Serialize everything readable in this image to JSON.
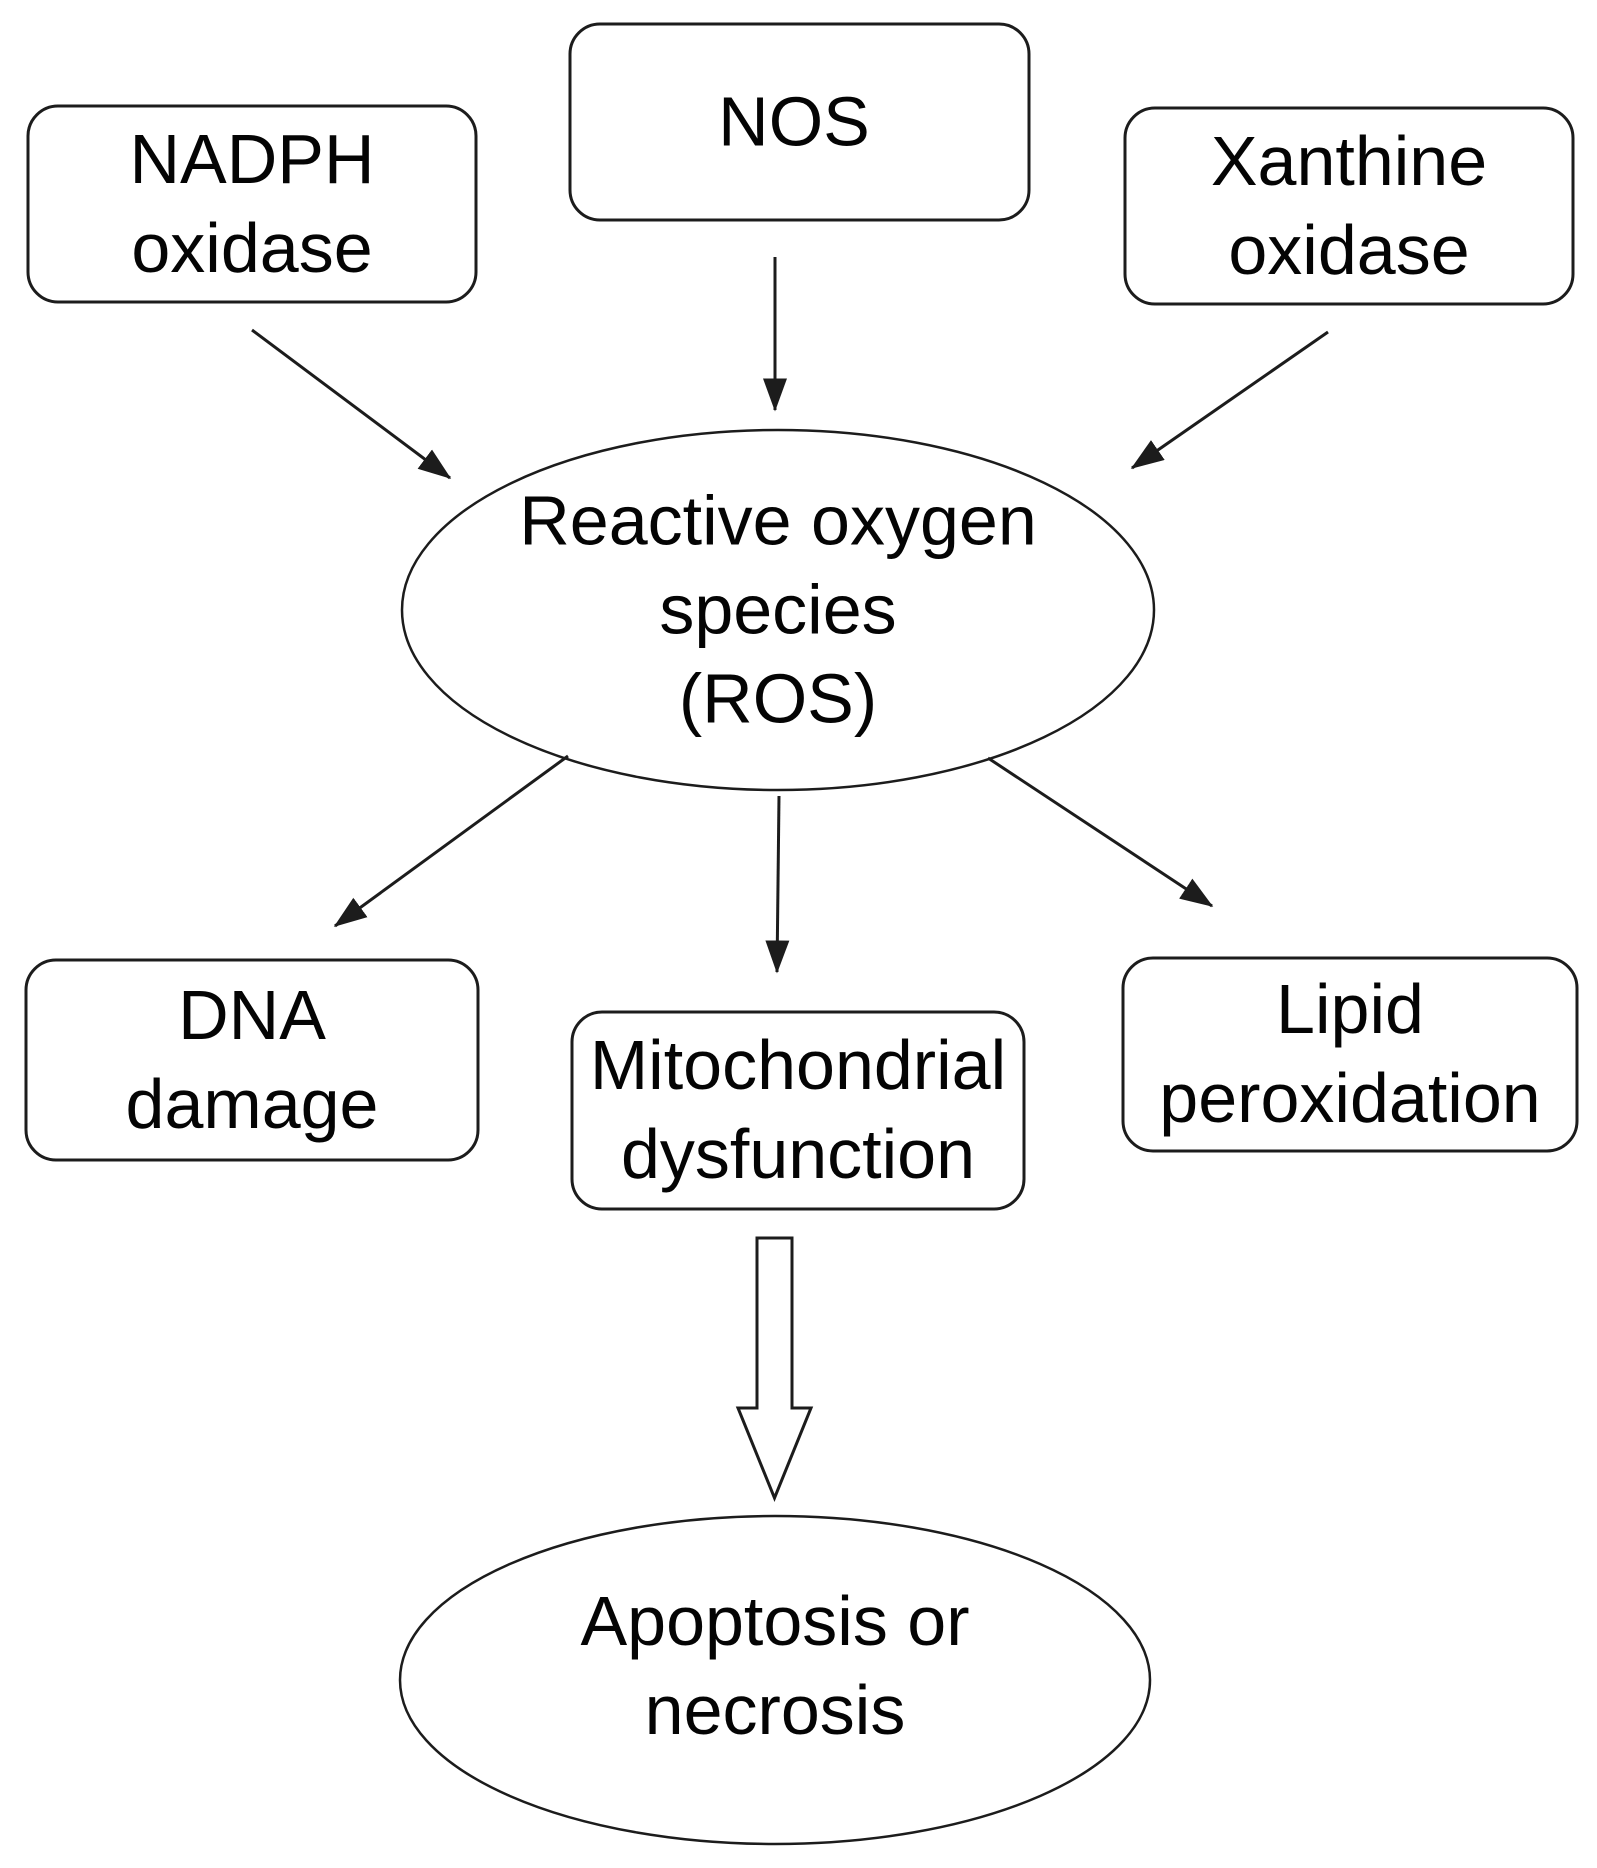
{
  "diagram": {
    "background_color": "#ffffff",
    "stroke_color": "#1c1c1c",
    "text_color": "#040404",
    "nodes": {
      "nadph_oxidase": {
        "label": "NADPH\noxidase",
        "shape": "rounded-rect"
      },
      "nos": {
        "label": "NOS",
        "shape": "rounded-rect"
      },
      "xanthine_oxidase": {
        "label": "Xanthine\noxidase",
        "shape": "rounded-rect"
      },
      "ros": {
        "label": "Reactive oxygen\nspecies\n(ROS)",
        "shape": "ellipse"
      },
      "dna_damage": {
        "label": "DNA\ndamage",
        "shape": "rounded-rect"
      },
      "mitochondrial_dysfunction": {
        "label": "Mitochondrial\ndysfunction",
        "shape": "rounded-rect"
      },
      "lipid_peroxidation": {
        "label": "Lipid\nperoxidation",
        "shape": "rounded-rect"
      },
      "apoptosis_necrosis": {
        "label": "Apoptosis or\nnecrosis",
        "shape": "ellipse"
      }
    },
    "edges": [
      {
        "from": "nadph_oxidase",
        "to": "ros",
        "style": "thin-arrow"
      },
      {
        "from": "nos",
        "to": "ros",
        "style": "thin-arrow"
      },
      {
        "from": "xanthine_oxidase",
        "to": "ros",
        "style": "thin-arrow"
      },
      {
        "from": "ros",
        "to": "dna_damage",
        "style": "thin-arrow"
      },
      {
        "from": "ros",
        "to": "mitochondrial_dysfunction",
        "style": "thin-arrow"
      },
      {
        "from": "ros",
        "to": "lipid_peroxidation",
        "style": "thin-arrow"
      },
      {
        "from": "mitochondrial_dysfunction",
        "to": "apoptosis_necrosis",
        "style": "hollow-block-arrow"
      }
    ]
  }
}
